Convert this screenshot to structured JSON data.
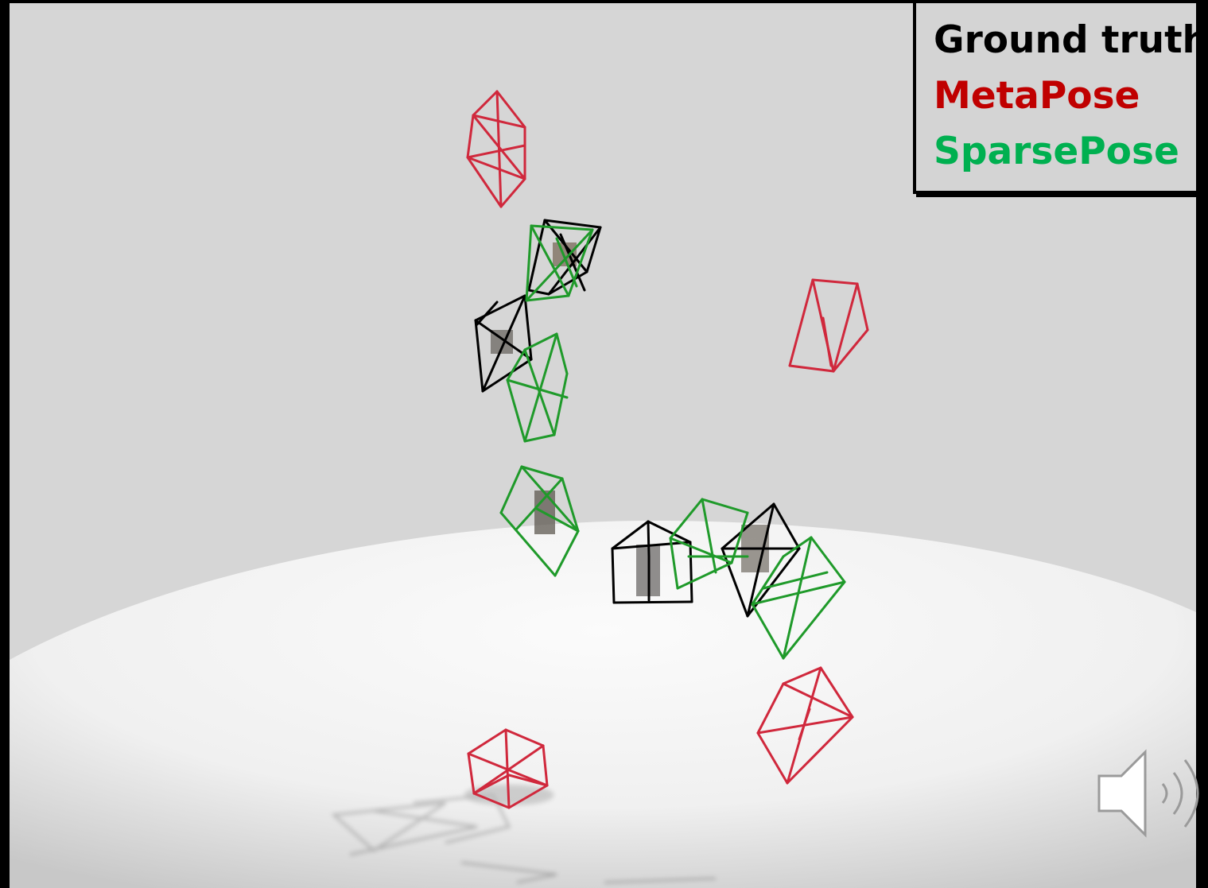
{
  "legend": {
    "items": [
      {
        "label": "Ground truth",
        "color": "#000000"
      },
      {
        "label": "MetaPose",
        "color": "#c00000"
      },
      {
        "label": "SparsePose",
        "color": "#00b050"
      }
    ]
  },
  "colors": {
    "ground_truth": "#000000",
    "metapose": "#d0283c",
    "sparsepose": "#1f9a2a",
    "background": "#d6d6d6",
    "floor": "#f2f2f2"
  },
  "icons": {
    "speaker": "speaker-icon"
  }
}
